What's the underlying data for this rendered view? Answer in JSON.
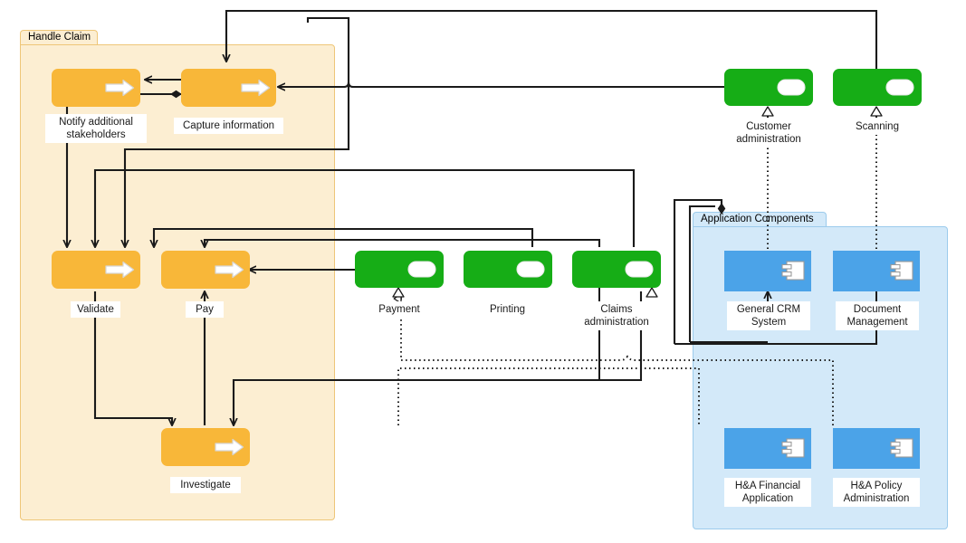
{
  "diagram": {
    "title": "Handle Claim",
    "colors": {
      "process_fill": "#F8B739",
      "service_fill": "#16AD16",
      "component_fill": "#4BA3E8",
      "business_group_fill": "#FCEED2",
      "business_group_border": "#EEC678",
      "application_group_fill": "#D3E9F9",
      "application_group_border": "#9CCBEC",
      "line": "#1a1a1a",
      "label_bg": "#FFFFFF"
    }
  },
  "groups": [
    {
      "id": "handle-claim",
      "label": "Handle Claim",
      "kind": "business"
    },
    {
      "id": "application-components",
      "label": "Application Components",
      "kind": "application"
    }
  ],
  "business_processes": [
    {
      "id": "notify",
      "label": "Notify additional\nstakeholders",
      "icon": "process-arrow-icon"
    },
    {
      "id": "capture",
      "label": "Capture information",
      "icon": "process-arrow-icon"
    },
    {
      "id": "validate",
      "label": "Validate",
      "icon": "process-arrow-icon"
    },
    {
      "id": "pay",
      "label": "Pay",
      "icon": "process-arrow-icon"
    },
    {
      "id": "investigate",
      "label": "Investigate",
      "icon": "process-arrow-icon"
    }
  ],
  "application_services": [
    {
      "id": "payment",
      "label": "Payment",
      "icon": "service-rounded-icon"
    },
    {
      "id": "printing",
      "label": "Printing",
      "icon": "service-rounded-icon"
    },
    {
      "id": "claims-adm",
      "label": "Claims\nadministration",
      "icon": "service-rounded-icon"
    },
    {
      "id": "cust-adm",
      "label": "Customer\nadministration",
      "icon": "service-rounded-icon"
    },
    {
      "id": "scanning",
      "label": "Scanning",
      "icon": "service-rounded-icon"
    }
  ],
  "application_components": [
    {
      "id": "crm",
      "label": "General CRM\nSystem",
      "icon": "component-icon"
    },
    {
      "id": "docmgmt",
      "label": "Document\nManagement",
      "icon": "component-icon"
    },
    {
      "id": "financial",
      "label": "H&A Financial\nApplication",
      "icon": "component-icon"
    },
    {
      "id": "policy",
      "label": "H&A Policy\nAdministration",
      "icon": "component-icon"
    }
  ]
}
